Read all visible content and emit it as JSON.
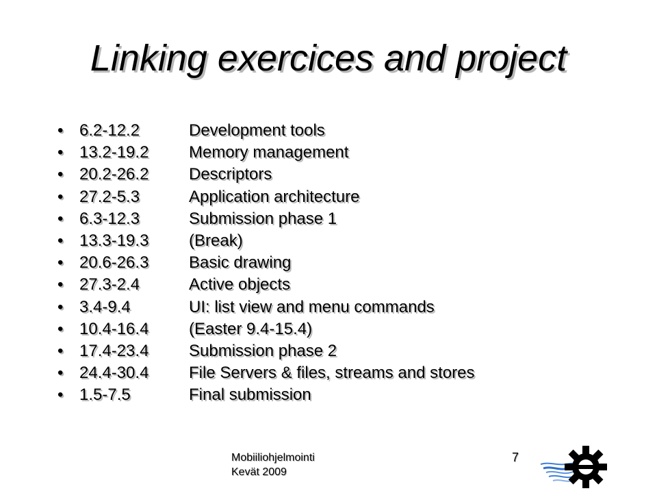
{
  "slide": {
    "title": "Linking exercices and project",
    "bullet_glyph": "•",
    "items": [
      {
        "dates": "6.2-12.2",
        "topic": "Development tools"
      },
      {
        "dates": "13.2-19.2",
        "topic": "Memory management"
      },
      {
        "dates": "20.2-26.2",
        "topic": "Descriptors"
      },
      {
        "dates": "27.2-5.3",
        "topic": "Application architecture"
      },
      {
        "dates": "6.3-12.3",
        "topic": "Submission phase 1"
      },
      {
        "dates": "13.3-19.3",
        "topic": "(Break)"
      },
      {
        "dates": "20.6-26.3",
        "topic": "Basic drawing"
      },
      {
        "dates": "27.3-2.4",
        "topic": "Active objects"
      },
      {
        "dates": "3.4-9.4",
        "topic": "UI: list view and menu commands"
      },
      {
        "dates": "10.4-16.4",
        "topic": "(Easter 9.4-15.4)"
      },
      {
        "dates": "17.4-23.4",
        "topic": "Submission phase 2"
      },
      {
        "dates": "24.4-30.4",
        "topic": "File Servers & files, streams and stores"
      },
      {
        "dates": "1.5-7.5",
        "topic": "Final submission"
      }
    ],
    "footer": {
      "course": "Mobiiliohjelmointi",
      "term": "Kevät 2009",
      "page_number": "7"
    },
    "logo": {
      "icon": "university-gear-logo-icon",
      "color_dark": "#000000",
      "color_water": "#3f7fd8"
    }
  }
}
